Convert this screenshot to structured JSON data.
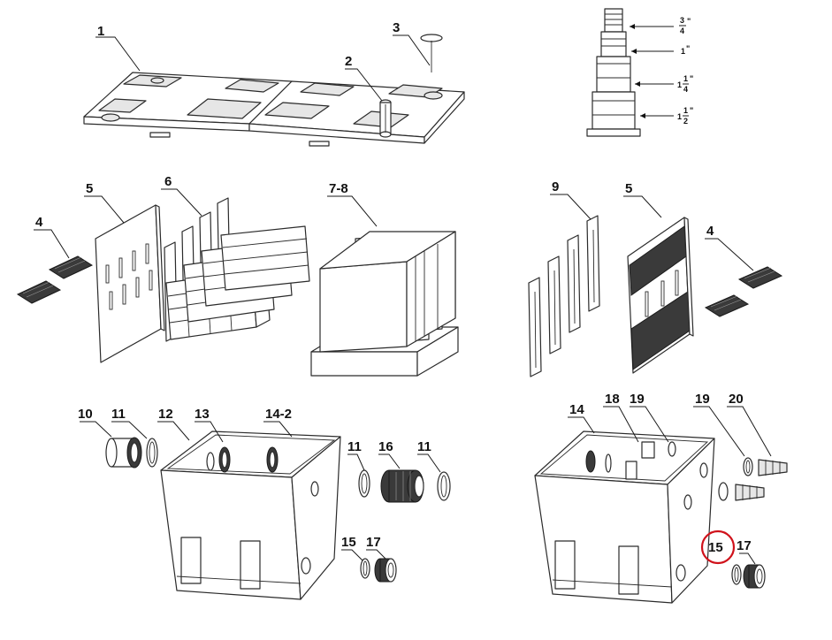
{
  "labels": {
    "p1": "1",
    "p2": "2",
    "p3": "3",
    "p4_left": "4",
    "p5_left": "5",
    "p6": "6",
    "p7_8": "7-8",
    "p9": "9",
    "p5_right": "5",
    "p4_right": "4",
    "p10": "10",
    "p11_left": "11",
    "p12": "12",
    "p13": "13",
    "p14_2": "14-2",
    "p11_mid": "11",
    "p16": "16",
    "p11_right": "11",
    "p15_left": "15",
    "p17_left": "17",
    "p14": "14",
    "p18": "18",
    "p19_inner": "19",
    "p19_outer": "19",
    "p20": "20",
    "p15_right": "15",
    "p17_right": "17"
  },
  "hose_sizes": {
    "s34": {
      "whole": "",
      "num": "3",
      "den": "4",
      "unit": "\""
    },
    "s1": {
      "whole": "1",
      "num": "",
      "den": "",
      "unit": "\""
    },
    "s114": {
      "whole": "1",
      "num": "1",
      "den": "4",
      "unit": "\""
    },
    "s112": {
      "whole": "1",
      "num": "1",
      "den": "2",
      "unit": "\""
    }
  },
  "highlight": {
    "part": "15",
    "color": "#d0121b"
  }
}
